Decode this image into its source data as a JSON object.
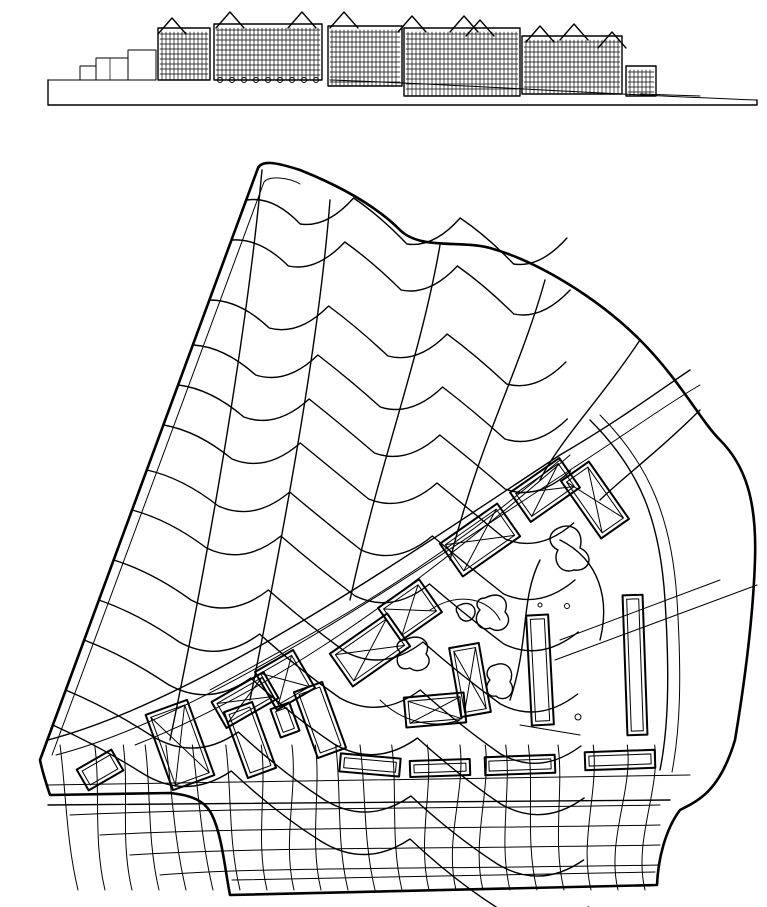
{
  "drawing": {
    "elevation_view": {
      "building_count": 7,
      "gabled_towers": 10
    },
    "site_plan": {
      "contour_lines": 13,
      "grid_curves": 6,
      "building_blocks": 18,
      "ponds": 5
    },
    "colors": {
      "ink": "#000000",
      "paper": "#ffffff"
    }
  }
}
